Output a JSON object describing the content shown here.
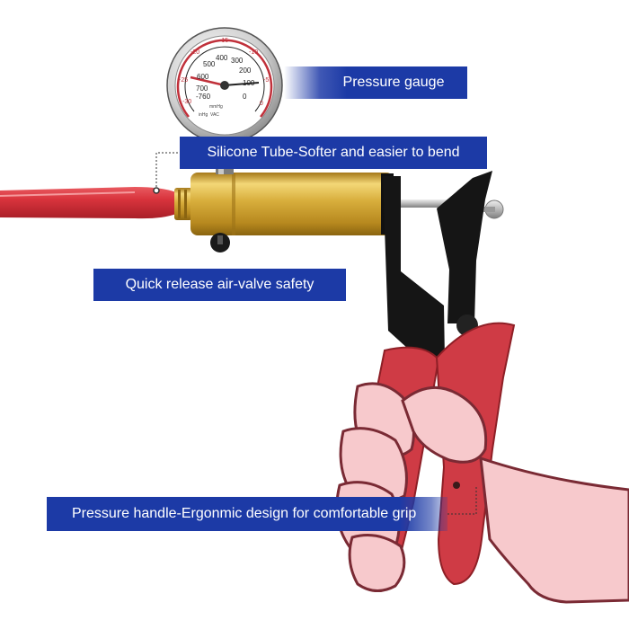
{
  "callouts": {
    "pressure_gauge": "Pressure gauge",
    "silicone_tube": "Silicone Tube-Softer and easier to bend",
    "air_valve": "Quick release air-valve safety",
    "pressure_handle": "Pressure handle-Ergonmic design for comfortable grip"
  },
  "gauge": {
    "outer_scale": [
      "-30",
      "-25",
      "-20",
      "-15",
      "-10",
      "-5",
      "0"
    ],
    "inner_scale": [
      "-760",
      "700",
      "600",
      "500",
      "400",
      "300",
      "200",
      "100",
      "0"
    ],
    "unit_top": "mmHg",
    "unit_bottom_1": "inHg",
    "unit_bottom_2": "VAC"
  },
  "colors": {
    "callout_blue": "#1c3aa6",
    "tube_red": "#d8333c",
    "brass": "#d9b13a",
    "hand_pink": "#f7c9cc",
    "handle_black": "#151515"
  }
}
